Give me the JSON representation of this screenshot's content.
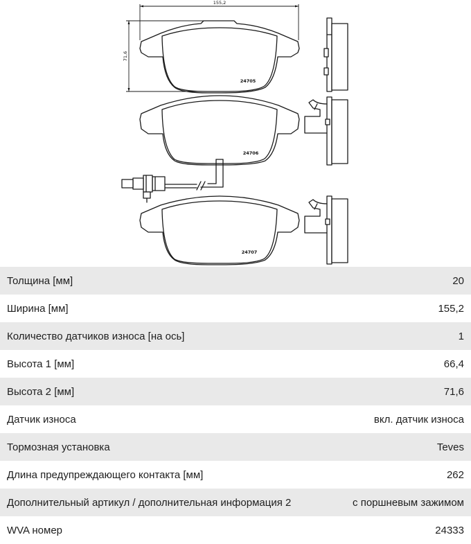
{
  "diagram": {
    "dim_width": "155,2",
    "dim_height": "71,6",
    "pad_labels": [
      "24705",
      "24706",
      "24707"
    ]
  },
  "specs": [
    {
      "label": "Толщина [мм]",
      "value": "20"
    },
    {
      "label": "Ширина [мм]",
      "value": "155,2"
    },
    {
      "label": "Количество датчиков износа [на ось]",
      "value": "1"
    },
    {
      "label": "Высота 1 [мм]",
      "value": "66,4"
    },
    {
      "label": "Высота 2 [мм]",
      "value": "71,6"
    },
    {
      "label": "Датчик износа",
      "value": "вкл. датчик износа"
    },
    {
      "label": "Тормозная установка",
      "value": "Teves"
    },
    {
      "label": "Длина предупреждающего контакта [мм]",
      "value": "262"
    },
    {
      "label": "Дополнительный артикул / дополнительная информация 2",
      "value": "с поршневым зажимом"
    },
    {
      "label": "WVA номер",
      "value": "24333"
    }
  ]
}
